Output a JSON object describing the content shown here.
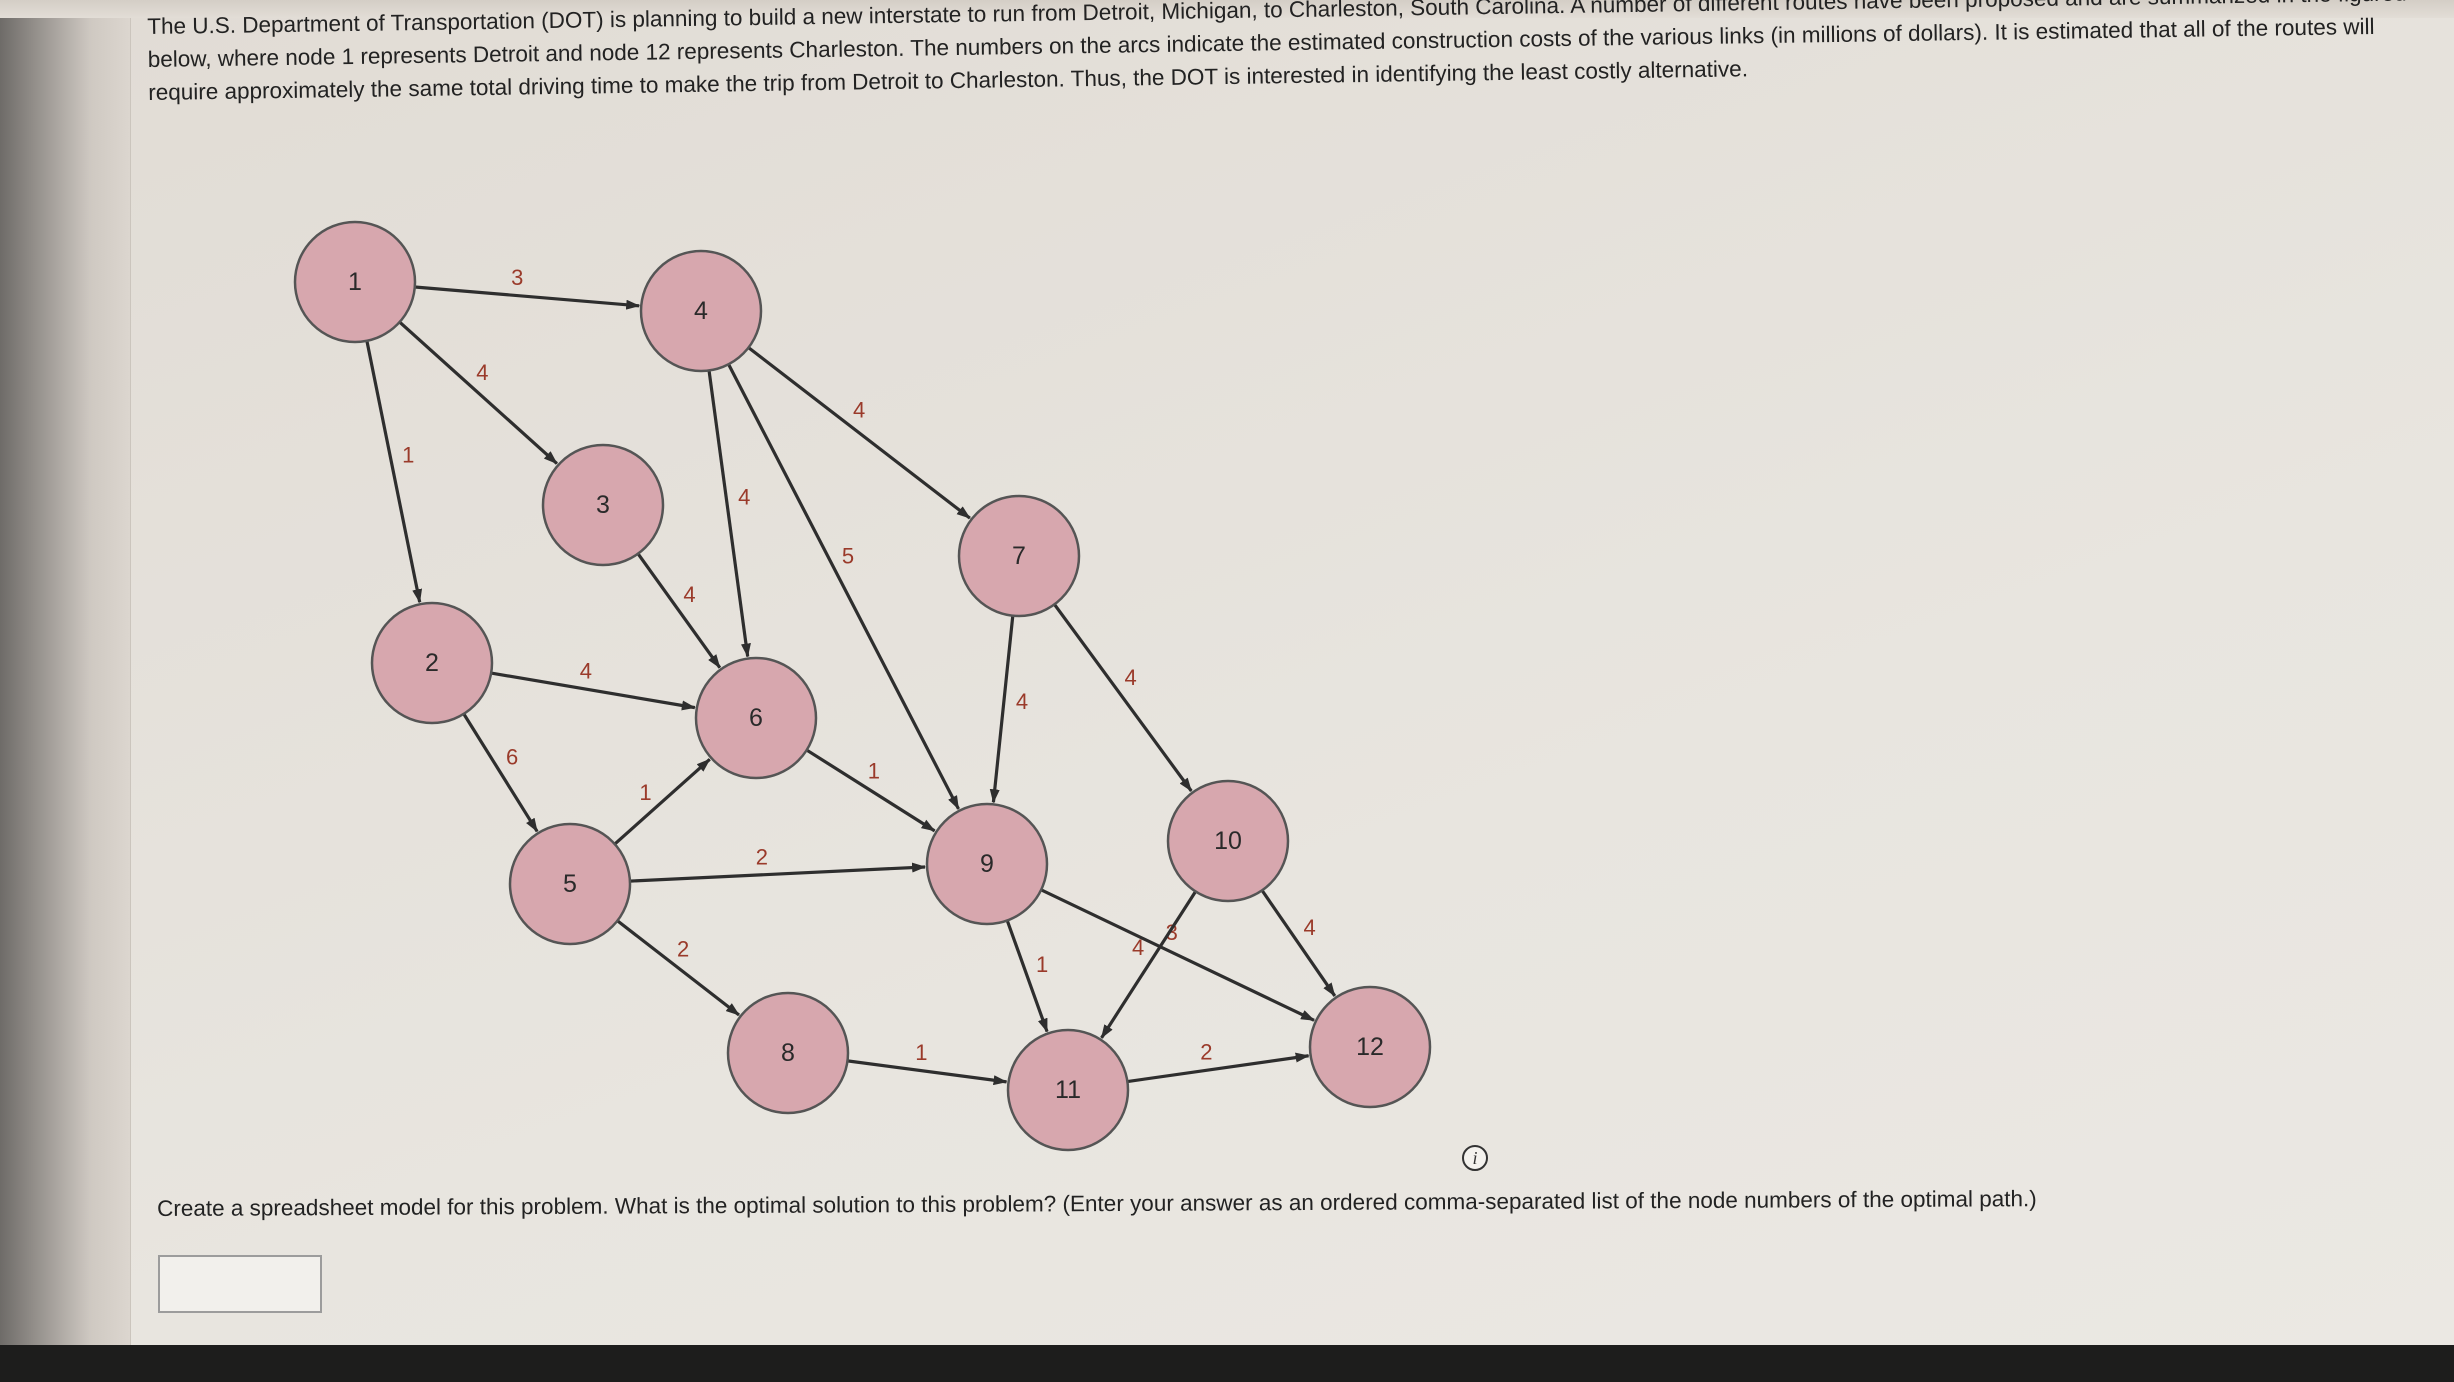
{
  "problem": {
    "text": "The U.S. Department of Transportation (DOT) is planning to build a new interstate to run from Detroit, Michigan, to Charleston, South Carolina. A number of different routes have been proposed and are summarized in the figured below, where node 1 represents Detroit and node 12 represents Charleston. The numbers on the arcs indicate the estimated construction costs of the various links (in millions of dollars). It is estimated that all of the routes will require approximately the same total driving time to make the trip from Detroit to Charleston. Thus, the DOT is interested in identifying the least costly alternative."
  },
  "network": {
    "nodes": [
      {
        "id": "1",
        "label": "1"
      },
      {
        "id": "2",
        "label": "2"
      },
      {
        "id": "3",
        "label": "3"
      },
      {
        "id": "4",
        "label": "4"
      },
      {
        "id": "5",
        "label": "5"
      },
      {
        "id": "6",
        "label": "6"
      },
      {
        "id": "7",
        "label": "7"
      },
      {
        "id": "8",
        "label": "8"
      },
      {
        "id": "9",
        "label": "9"
      },
      {
        "id": "10",
        "label": "10"
      },
      {
        "id": "11",
        "label": "11"
      },
      {
        "id": "12",
        "label": "12"
      }
    ],
    "arcs": [
      {
        "from": "1",
        "to": "4",
        "cost": "3"
      },
      {
        "from": "1",
        "to": "3",
        "cost": "4"
      },
      {
        "from": "1",
        "to": "2",
        "cost": "1"
      },
      {
        "from": "4",
        "to": "7",
        "cost": "4"
      },
      {
        "from": "4",
        "to": "6",
        "cost": "4"
      },
      {
        "from": "4",
        "to": "9",
        "cost": "5"
      },
      {
        "from": "3",
        "to": "6",
        "cost": "4"
      },
      {
        "from": "2",
        "to": "6",
        "cost": "4"
      },
      {
        "from": "2",
        "to": "5",
        "cost": "6"
      },
      {
        "from": "5",
        "to": "6",
        "cost": "1"
      },
      {
        "from": "5",
        "to": "9",
        "cost": "2"
      },
      {
        "from": "5",
        "to": "8",
        "cost": "2"
      },
      {
        "from": "6",
        "to": "9",
        "cost": "1"
      },
      {
        "from": "7",
        "to": "9",
        "cost": "4"
      },
      {
        "from": "7",
        "to": "10",
        "cost": "4"
      },
      {
        "from": "9",
        "to": "12",
        "cost": "3"
      },
      {
        "from": "9",
        "to": "11",
        "cost": "1"
      },
      {
        "from": "10",
        "to": "11",
        "cost": "4"
      },
      {
        "from": "10",
        "to": "12",
        "cost": "4"
      },
      {
        "from": "8",
        "to": "11",
        "cost": "1"
      },
      {
        "from": "11",
        "to": "12",
        "cost": "2"
      }
    ]
  },
  "question": {
    "text": "Create a spreadsheet model for this problem. What is the optimal solution to this problem? (Enter your answer as an ordered comma-separated list of the node numbers of the optimal path.)",
    "info_icon": "info-icon",
    "answer_value": ""
  },
  "colors": {
    "node_fill": "#d7a7ae",
    "node_stroke": "#555555",
    "arc": "#2e2e2e",
    "cost_label": "#9a3a2a"
  }
}
